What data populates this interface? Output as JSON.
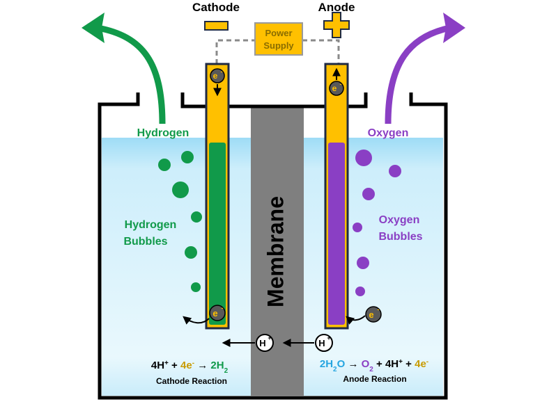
{
  "electrodes": {
    "cathode_label": "Cathode",
    "anode_label": "Anode",
    "minus_sign": "−",
    "plus_sign": "+"
  },
  "power_supply": {
    "line1": "Power",
    "line2": "Supply"
  },
  "gases": {
    "hydrogen": "Hydrogen",
    "oxygen": "Oxygen"
  },
  "bubbles": {
    "hydrogen_line1": "Hydrogen",
    "hydrogen_line2": "Bubbles",
    "oxygen_line1": "Oxygen",
    "oxygen_line2": "Bubbles"
  },
  "membrane": {
    "label": "Membrane"
  },
  "particles": {
    "electron": "e",
    "electron_charge": "-",
    "proton": "H",
    "proton_charge": "+"
  },
  "cathode_reaction": {
    "coef_h": "4H",
    "h_charge": "+",
    "plus1": " + ",
    "electrons": "4e",
    "e_charge": "-",
    "arrow": " → ",
    "product": "2H",
    "product_sub": "2",
    "label": "Cathode Reaction"
  },
  "anode_reaction": {
    "water": "2H",
    "water_sub": "2",
    "water_o": "O",
    "arrow": " → ",
    "oxygen": "O",
    "oxygen_sub": "2",
    "plus1": " + ",
    "coef_h": "4H",
    "h_charge": "+",
    "plus2": " + ",
    "electrons": "4e",
    "e_charge": "-",
    "label": "Anode Reaction"
  },
  "colors": {
    "hydrogen_green": "#119a4a",
    "oxygen_purple": "#8a3fc4",
    "electrode_gold": "#ffc000",
    "membrane_gray": "#7f7f7f",
    "power_box": "#ffc000",
    "water_top": "#9fdcf5",
    "water_bottom": "#e6f7fd",
    "water_blue_text": "#26a5e0"
  }
}
